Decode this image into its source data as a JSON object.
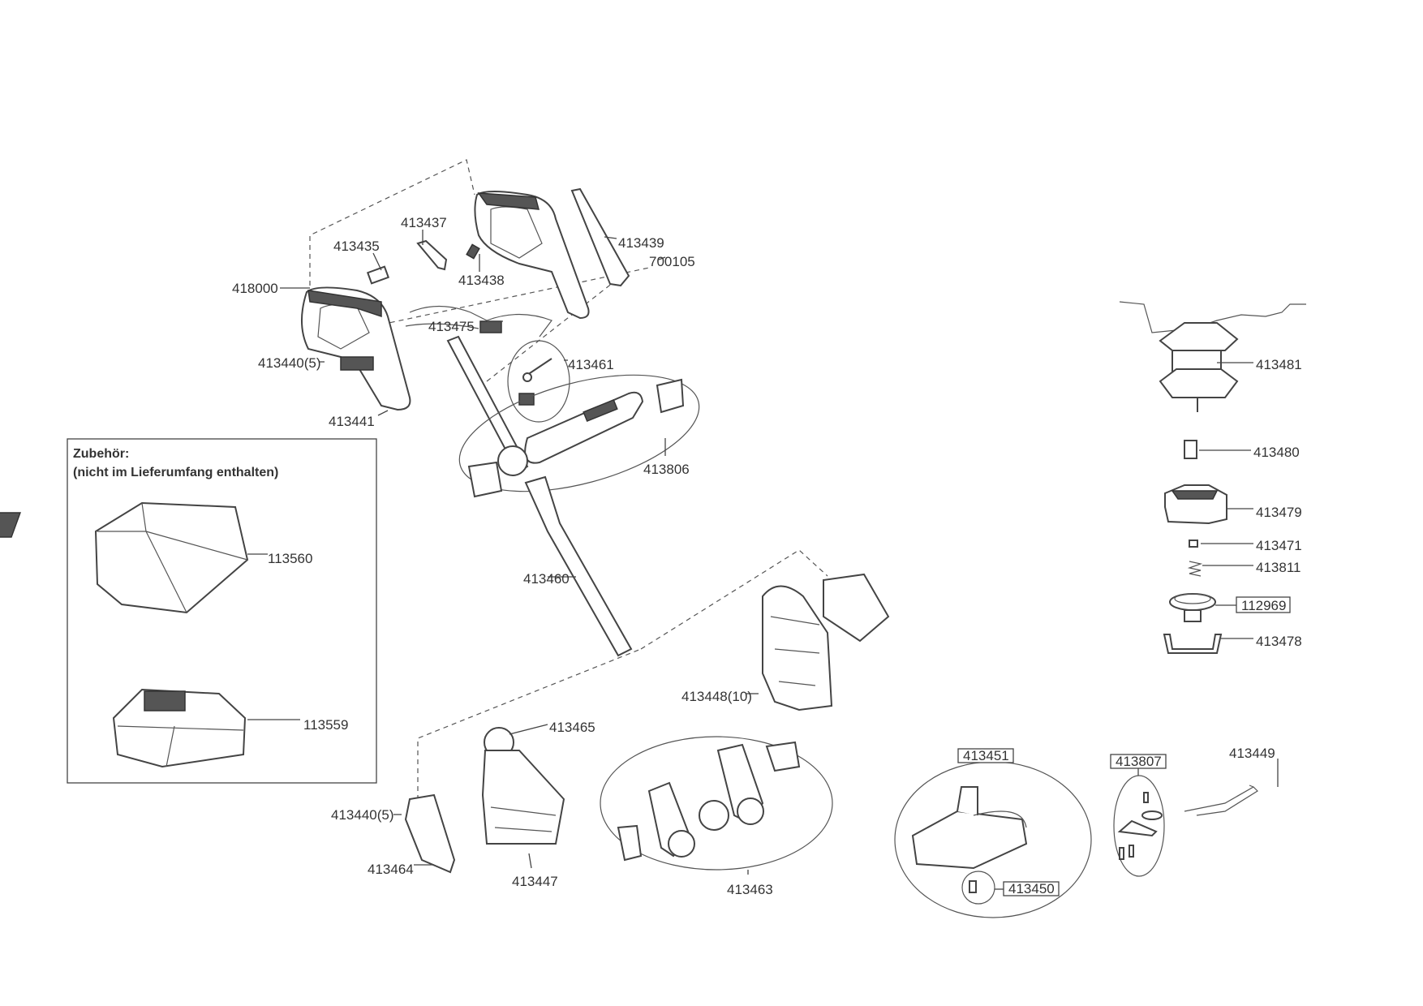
{
  "diagram": {
    "accessories": {
      "title": "Zubehör:",
      "subtitle": "(nicht im Lieferumfang enthalten)",
      "items": [
        "113560",
        "113559"
      ]
    },
    "part_labels": {
      "p413437": "413437",
      "p413435": "413435",
      "p413439": "413439",
      "p700105": "700105",
      "p418000": "418000",
      "p413438": "413438",
      "p413475": "413475",
      "p413440_top": "413440(5)",
      "p413461": "413461",
      "p413441": "413441",
      "p413806": "413806",
      "p413460": "413460",
      "p413481": "413481",
      "p413480": "413480",
      "p413479": "413479",
      "p413471": "413471",
      "p413811": "413811",
      "p112969": "112969",
      "p413478": "413478",
      "p413448": "413448(10)",
      "p413465": "413465",
      "p413451": "413451",
      "p413807": "413807",
      "p413449": "413449",
      "p413440_bottom": "413440(5)",
      "p413464": "413464",
      "p413447": "413447",
      "p413463": "413463",
      "p413450": "413450"
    },
    "boxed_labels": [
      "112969",
      "413451",
      "413807",
      "413450"
    ]
  }
}
